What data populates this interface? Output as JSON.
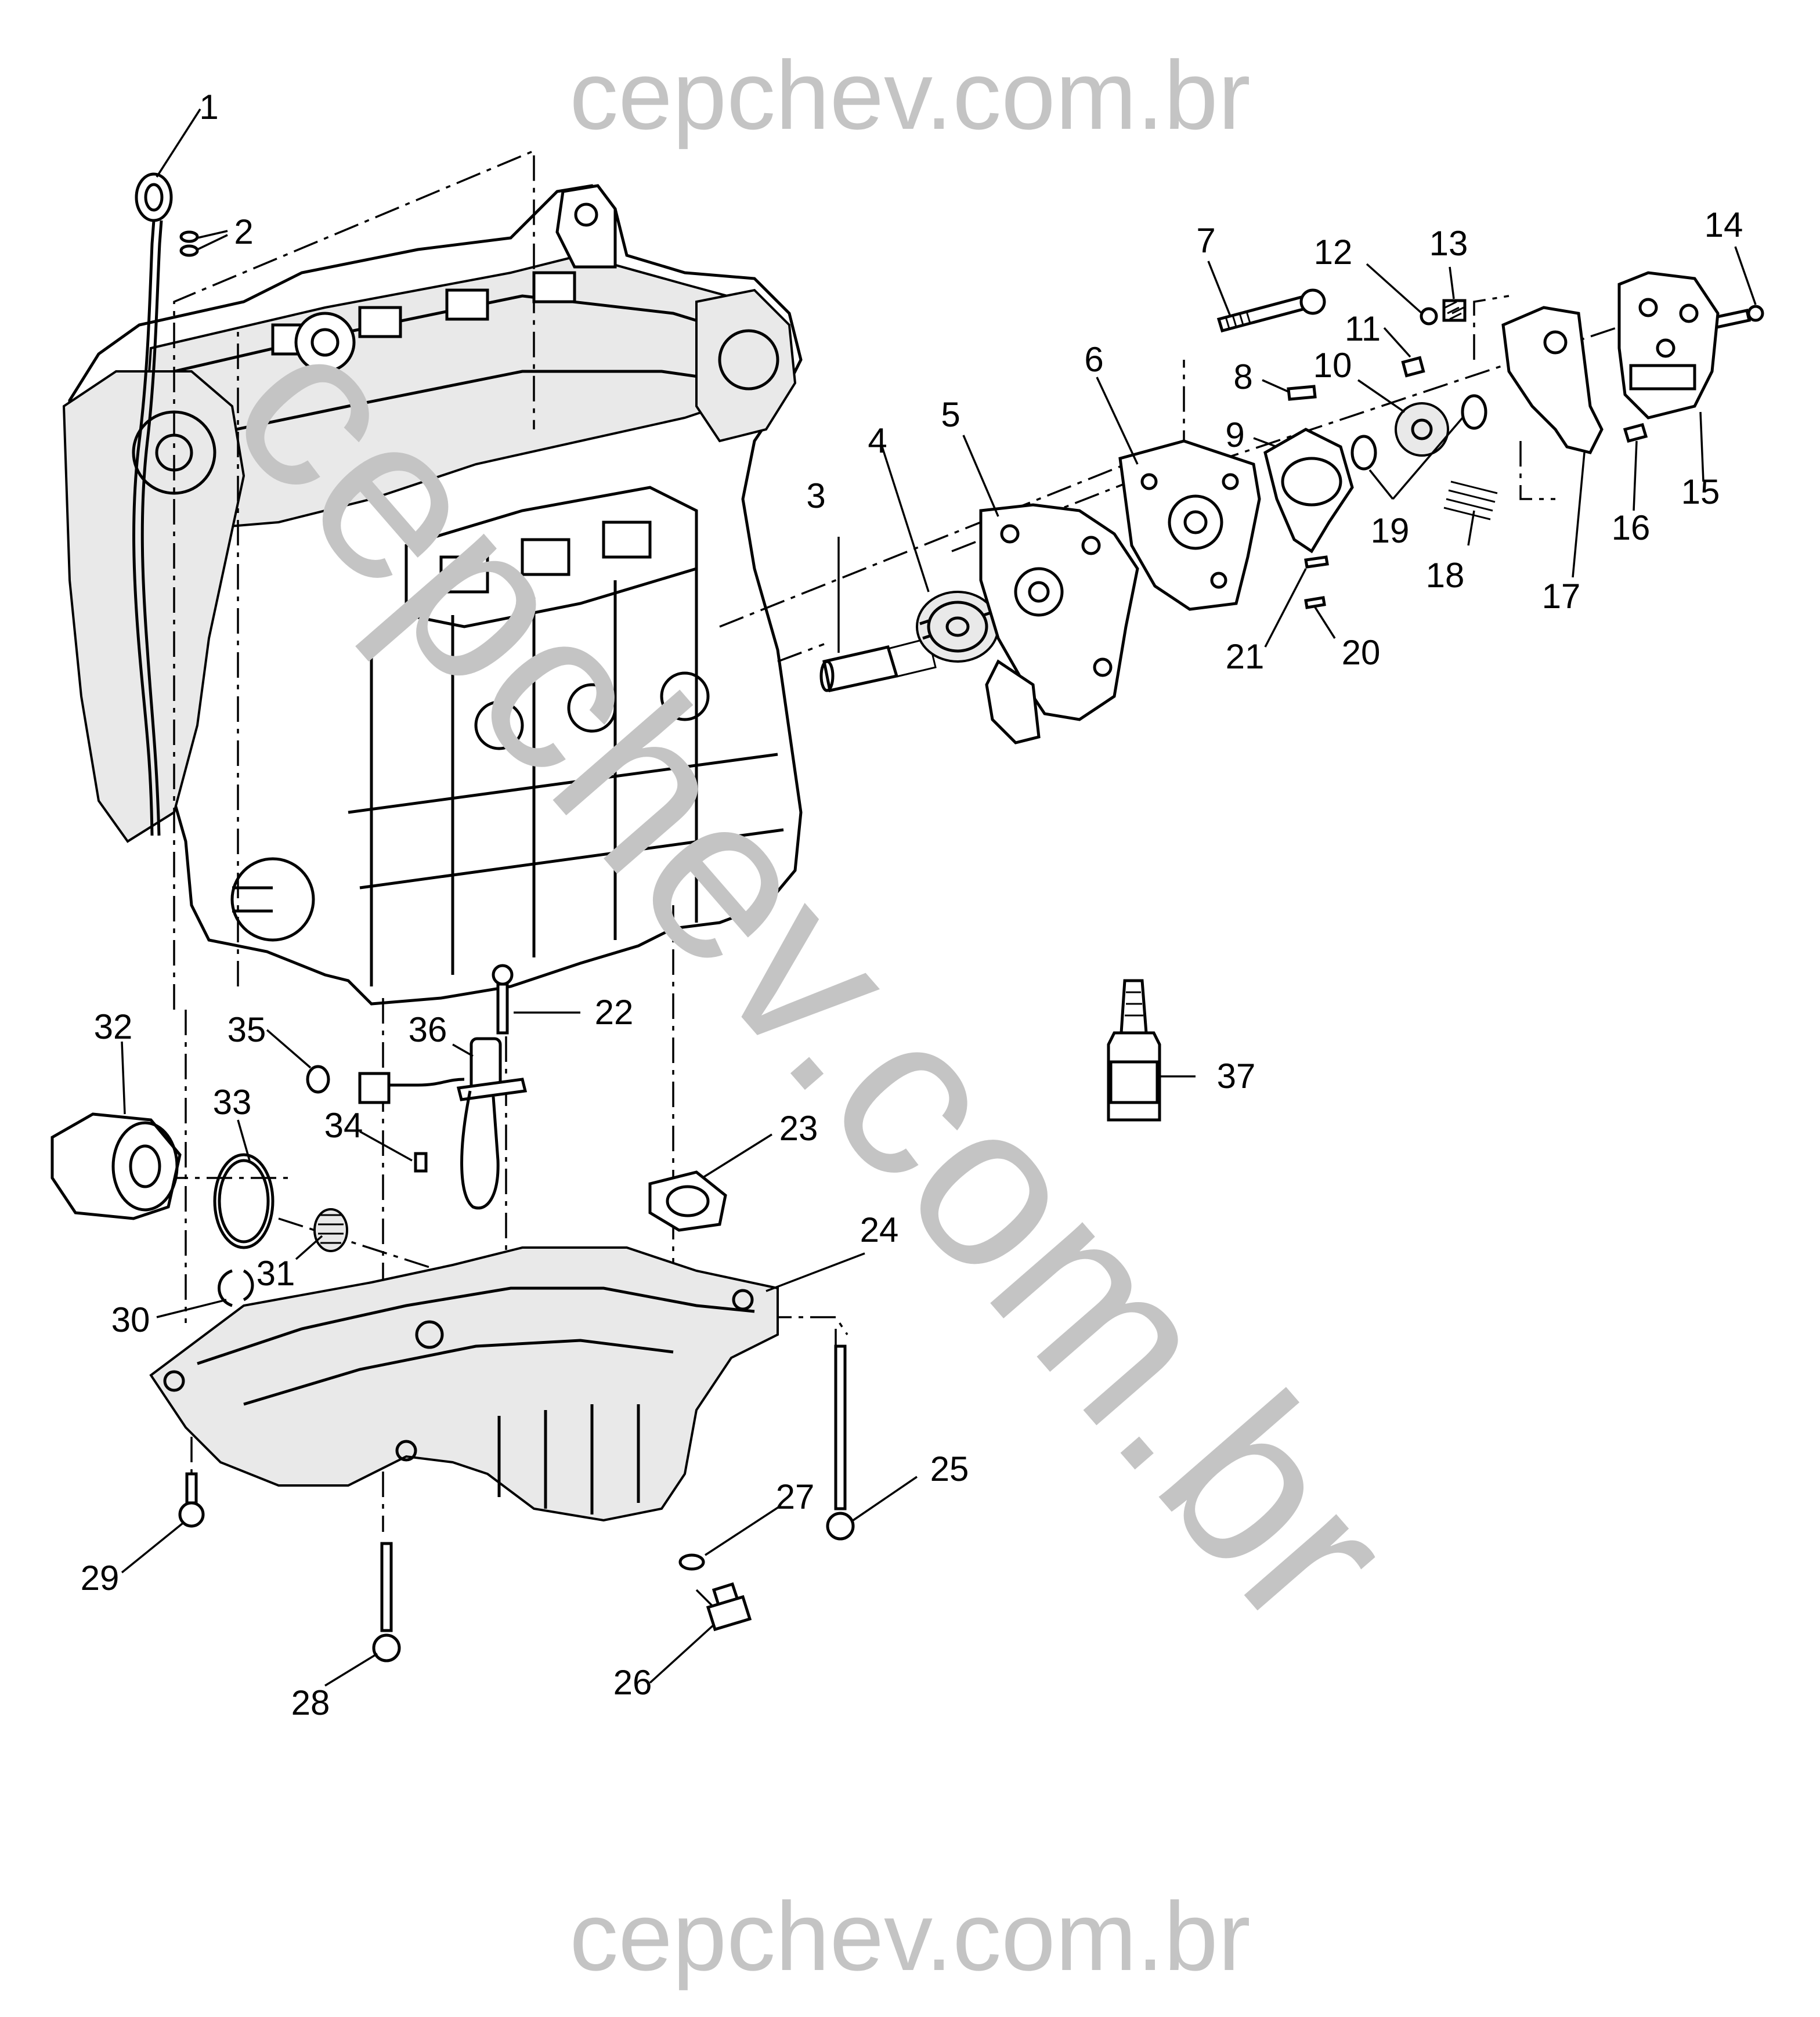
{
  "watermark": {
    "top": "cepchev.com.br",
    "bottom": "cepchev.com.br",
    "diagonal": "cepchev.com.br"
  },
  "callouts": [
    {
      "id": "1",
      "text": "1"
    },
    {
      "id": "2",
      "text": "2"
    },
    {
      "id": "3",
      "text": "3"
    },
    {
      "id": "4",
      "text": "4"
    },
    {
      "id": "5",
      "text": "5"
    },
    {
      "id": "6",
      "text": "6"
    },
    {
      "id": "7",
      "text": "7"
    },
    {
      "id": "8",
      "text": "8"
    },
    {
      "id": "9",
      "text": "9"
    },
    {
      "id": "10",
      "text": "10"
    },
    {
      "id": "11",
      "text": "11"
    },
    {
      "id": "12",
      "text": "12"
    },
    {
      "id": "13",
      "text": "13"
    },
    {
      "id": "14",
      "text": "14"
    },
    {
      "id": "15",
      "text": "15"
    },
    {
      "id": "16",
      "text": "16"
    },
    {
      "id": "17",
      "text": "17"
    },
    {
      "id": "18",
      "text": "18"
    },
    {
      "id": "19",
      "text": "19"
    },
    {
      "id": "20",
      "text": "20"
    },
    {
      "id": "21",
      "text": "21"
    },
    {
      "id": "22",
      "text": "22"
    },
    {
      "id": "23",
      "text": "23"
    },
    {
      "id": "24",
      "text": "24"
    },
    {
      "id": "25",
      "text": "25"
    },
    {
      "id": "26",
      "text": "26"
    },
    {
      "id": "27",
      "text": "27"
    },
    {
      "id": "28",
      "text": "28"
    },
    {
      "id": "29",
      "text": "29"
    },
    {
      "id": "30",
      "text": "30"
    },
    {
      "id": "31",
      "text": "31"
    },
    {
      "id": "32",
      "text": "32"
    },
    {
      "id": "33",
      "text": "33"
    },
    {
      "id": "34",
      "text": "34"
    },
    {
      "id": "35",
      "text": "35"
    },
    {
      "id": "36",
      "text": "36"
    },
    {
      "id": "37",
      "text": "37"
    }
  ]
}
